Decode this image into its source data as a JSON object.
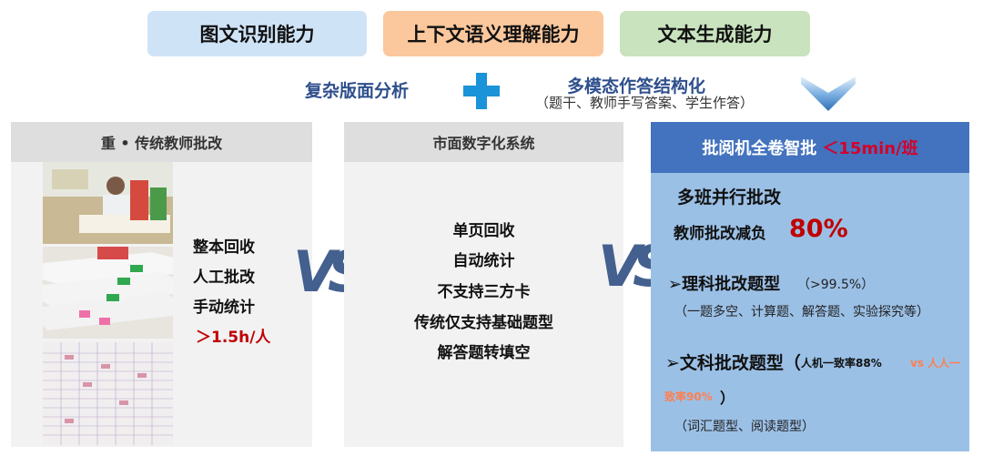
{
  "top_pills": {
    "ocr": "图文识别能力",
    "context": "上下文语义理解能力",
    "generation": "文本生成能力"
  },
  "formula": {
    "layout_analysis": "复杂版面分析",
    "multimodal": "多模态作答结构化",
    "multimodal_sub": "（题干、教师手写答案、学生作答）"
  },
  "columns": {
    "traditional": {
      "header": "重 • 传统教师批改",
      "items": [
        "整本回收",
        "人工批改",
        "手动统计",
        "＞1.5h/人"
      ]
    },
    "digital": {
      "header": "市面数字化系统",
      "items": [
        "单页回收",
        "自动统计",
        "不支持三方卡",
        "传统仅支持基础题型",
        "解答题转填空"
      ]
    },
    "machine": {
      "header": "批阅机全卷智批",
      "header_time": "＜15min/班",
      "multi_class": "多班并行批改",
      "reduce_label": "教师批改减负",
      "reduce_value": "80%",
      "science_label": "➢理科批改题型",
      "science_rate": "（>99.5%）",
      "science_sub": "（一题多空、计算题、解答题、实验探究等）",
      "liberal_label": "➢文科批改题型（",
      "liberal_rate": "人机一致率88%",
      "liberal_vs": "vs 人人一",
      "liberal_rate2": "致率90%",
      "liberal_paren": "）",
      "liberal_sub": "（词汇题型、阅读题型）"
    }
  },
  "vs_label": "VS",
  "colors": {
    "accent_blue": "#4373be",
    "panel_blue": "#9bc0e6",
    "alert_red": "#c00000",
    "plus_blue": "#1a93d8"
  }
}
